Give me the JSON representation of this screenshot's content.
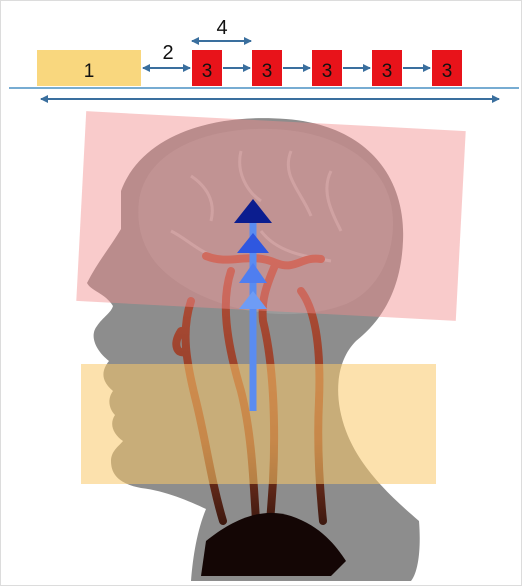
{
  "labels": {
    "block_1": "1",
    "gap_label": "2",
    "period_label": "4",
    "pulse_label": "3"
  },
  "colors": {
    "block_1_fill": "#f9d77e",
    "pulse_fill": "#e8131a",
    "timeline": "#4a90c4",
    "arrow": "#3a6f9e",
    "head": "#8d8d8d",
    "brain_slab": "#f28b8b",
    "neck_slab": "#f9c96a",
    "vessel": "#9b3b2b",
    "flow_arrow_dark": "#0b1d8f",
    "flow_arrow_light": "#6e9cf5"
  },
  "pulse_count": 5,
  "flow_arrow_count": 4,
  "icons": [
    "head-silhouette-icon",
    "brain-icon",
    "blood-vessel-icon",
    "flow-direction-arrow-icon"
  ]
}
